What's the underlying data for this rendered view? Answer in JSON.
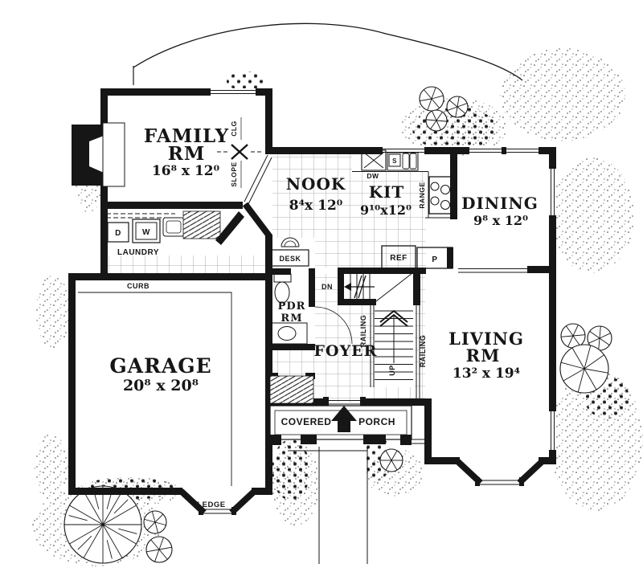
{
  "drawing": {
    "type": "architectural-first-floor-plan",
    "ink_color": "#161616",
    "paper_color": "#ffffff"
  },
  "rooms": {
    "family": {
      "line1": "FAMILY",
      "line2": "RM",
      "dims": "16⁸ x 12⁰"
    },
    "nook": {
      "line1": "NOOK",
      "dims": "8⁴x 12⁰"
    },
    "kitchen": {
      "line1": "KIT",
      "dims": "9¹⁰x12⁰"
    },
    "dining": {
      "line1": "DINING",
      "dims": "9⁸ x 12⁰"
    },
    "living": {
      "line1": "LIVING",
      "line2": "RM",
      "dims": "13² x 19⁴"
    },
    "garage": {
      "line1": "GARAGE",
      "dims": "20⁸ x 20⁸"
    },
    "foyer": {
      "line1": "FOYER"
    },
    "laundry": {
      "line1": "LAUNDRY"
    },
    "pdr": {
      "line1": "PDR",
      "line2": "RM"
    },
    "porch": {
      "word1": "COVERED",
      "word2": "PORCH"
    }
  },
  "labels": {
    "slope": "SLOPE",
    "clg": "CLG",
    "desk": "DESK",
    "dw": "DW",
    "sink": "S",
    "range": "RANGE",
    "ref": "REF",
    "pantry": "P",
    "dn": "DN",
    "up": "UP",
    "railing_left": "RAILING",
    "railing_right": "RAILING",
    "washer": "W",
    "dryer": "D",
    "curb": "CURB",
    "ledge": "LEDGE"
  }
}
